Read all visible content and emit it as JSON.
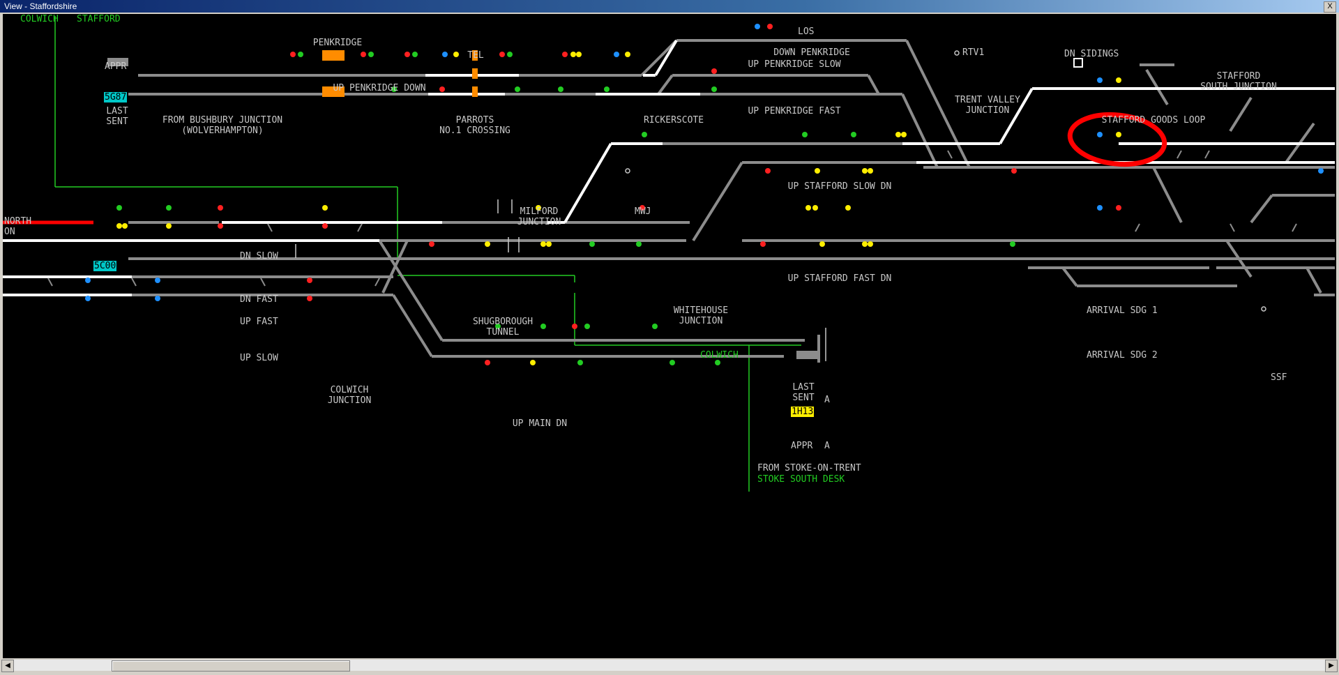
{
  "window": {
    "title": "View - Staffordshire",
    "close": "X"
  },
  "labels": {
    "colwich_top": "COLWICH",
    "stafford_top": "STAFFORD",
    "penkridge": "PENKRIDGE",
    "appr1": "APPR",
    "last_sent1": "LAST\nSENT",
    "tel": "TEL",
    "from_bushbury": "FROM BUSHBURY JUNCTION\n(WOLVERHAMPTON)",
    "parrots": "PARROTS\nNO.1 CROSSING",
    "rickerscote": "RICKERSCOTE",
    "up_penkridge_down": "UP PENKRIDGE DOWN",
    "down_penkridge": "DOWN PENKRIDGE",
    "up_penkridge_slow": "UP PENKRIDGE SLOW",
    "up_penkridge_fast": "UP PENKRIDGE FAST",
    "los": "LOS",
    "rtv1": "RTV1",
    "dn_sidings": "DN SIDINGS",
    "trent_valley": "TRENT VALLEY\nJUNCTION",
    "stafford_south": "STAFFORD\nSOUTH JUNCTION",
    "goods_loop": "STAFFORD GOODS LOOP",
    "up_stafford_slow": "UP STAFFORD SLOW DN",
    "up_stafford_fast": "UP STAFFORD FAST DN",
    "north_on": "NORTH\nON",
    "milford": "MILFORD\nJUNCTION",
    "mwj": "MWJ",
    "dn_slow": "DN SLOW",
    "dn_fast": "DN FAST",
    "up_fast": "UP FAST",
    "up_slow": "UP SLOW",
    "colwich_junction": "COLWICH\nJUNCTION",
    "shugborough": "SHUGBOROUGH\nTUNNEL",
    "whitehouse": "WHITEHOUSE\nJUNCTION",
    "colwich_mid": "COLWICH",
    "arrival1": "ARRIVAL SDG 1",
    "arrival2": "ARRIVAL SDG 2",
    "ssf": "SSF",
    "up_main_dn": "UP MAIN DN",
    "last_sent2": "LAST\nSENT",
    "appr2": "APPR",
    "a1": "A",
    "a2": "A",
    "from_stoke": "FROM STOKE-ON-TRENT",
    "stoke_desk": "STOKE SOUTH DESK"
  },
  "berths": {
    "b1": "5G87",
    "b2": "5C00",
    "b3": "1H13"
  },
  "colors": {
    "track": "#8c8c8c",
    "set": "#ffffff",
    "occupied": "#ff0000",
    "signal_green": "#22cc22",
    "signal_red": "#ff2020",
    "signal_yellow": "#ffee00",
    "signal_blue": "#1e90ff",
    "crossing": "#ff8c00",
    "berth_cyan": "#00c8c8",
    "berth_yellow": "#ffee00",
    "annotation": "#ff0000"
  }
}
